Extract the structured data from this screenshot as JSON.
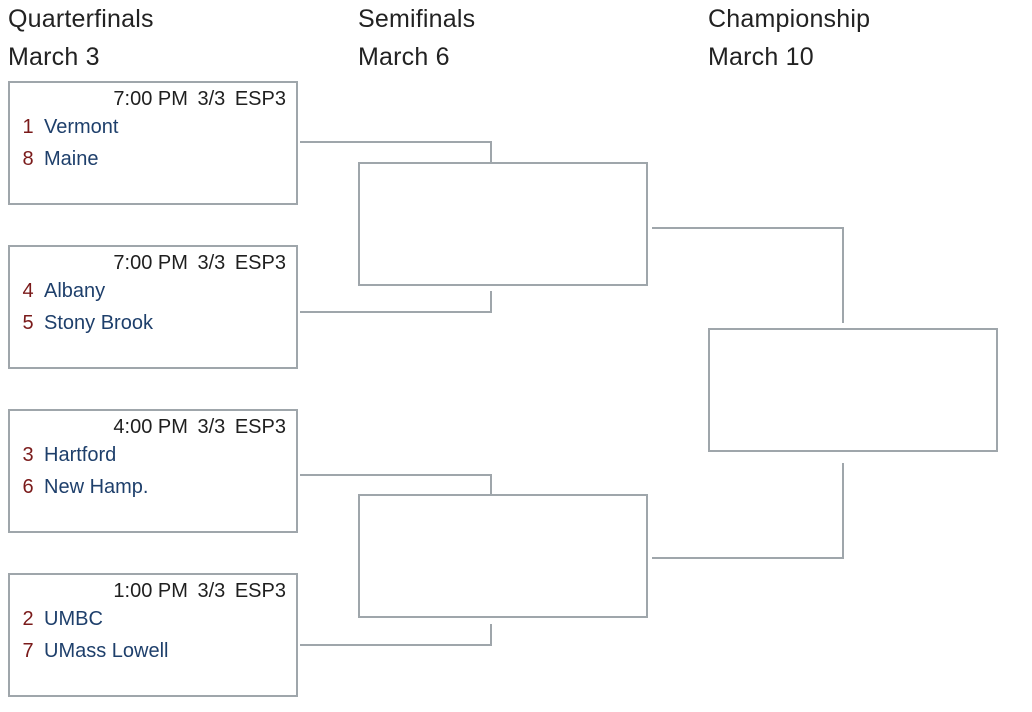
{
  "rounds": [
    {
      "name": "Quarterfinals",
      "date": "March 3"
    },
    {
      "name": "Semifinals",
      "date": "March 6"
    },
    {
      "name": "Championship",
      "date": "March 10"
    }
  ],
  "quarterfinals": [
    {
      "time": "7:00 PM",
      "date": "3/3",
      "network": "ESP3",
      "teams": [
        {
          "seed": "1",
          "name": "Vermont"
        },
        {
          "seed": "8",
          "name": "Maine"
        }
      ]
    },
    {
      "time": "7:00 PM",
      "date": "3/3",
      "network": "ESP3",
      "teams": [
        {
          "seed": "4",
          "name": "Albany"
        },
        {
          "seed": "5",
          "name": "Stony Brook"
        }
      ]
    },
    {
      "time": "4:00 PM",
      "date": "3/3",
      "network": "ESP3",
      "teams": [
        {
          "seed": "3",
          "name": "Hartford"
        },
        {
          "seed": "6",
          "name": "New Hamp."
        }
      ]
    },
    {
      "time": "1:00 PM",
      "date": "3/3",
      "network": "ESP3",
      "teams": [
        {
          "seed": "2",
          "name": "UMBC"
        },
        {
          "seed": "7",
          "name": "UMass Lowell"
        }
      ]
    }
  ],
  "colors": {
    "border": "#9fa6ab",
    "seed": "#7a1a1a",
    "team_link": "#1e3f6b",
    "heading": "#222222"
  }
}
